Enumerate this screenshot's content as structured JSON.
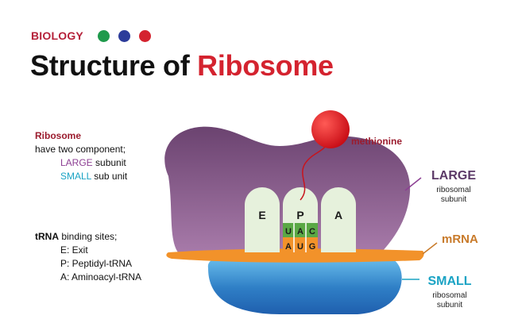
{
  "header": {
    "category": "BIOLOGY",
    "dot_colors": [
      "#1f9a4c",
      "#2c3c9a",
      "#d4232f"
    ],
    "title_part1": "Structure of ",
    "title_part2": "Ribosome"
  },
  "description": {
    "heading": "Ribosome",
    "line": "have two component;",
    "large_label": "LARGE",
    "large_rest": " subunit",
    "small_label": "SMALL",
    "small_rest": " sub unit"
  },
  "binding_sites": {
    "heading_bold": "tRNA",
    "heading_rest": " binding sites;",
    "items": [
      "E: Exit",
      "P: Peptidyl-tRNA",
      "A: Aminoacyl-tRNA"
    ]
  },
  "diagram": {
    "site_labels": [
      "E",
      "P",
      "A"
    ],
    "anticodon": [
      "U",
      "A",
      "C"
    ],
    "codon": [
      "A",
      "U",
      "G"
    ],
    "methionine_label": "methionine",
    "large_label": "LARGE",
    "large_sub1": "ribosomal",
    "large_sub2": "subunit",
    "mrna_label": "mRNA",
    "small_label": "SMALL",
    "small_sub1": "ribosomal",
    "small_sub2": "subunit",
    "colors": {
      "large_subunit": "#7d4a80",
      "small_subunit": "#2f7fc6",
      "mrna": "#f2922a",
      "methionine": "#d8131d",
      "anticodon_green": "#5aa845",
      "trna_site": "#e6f1dc"
    }
  }
}
